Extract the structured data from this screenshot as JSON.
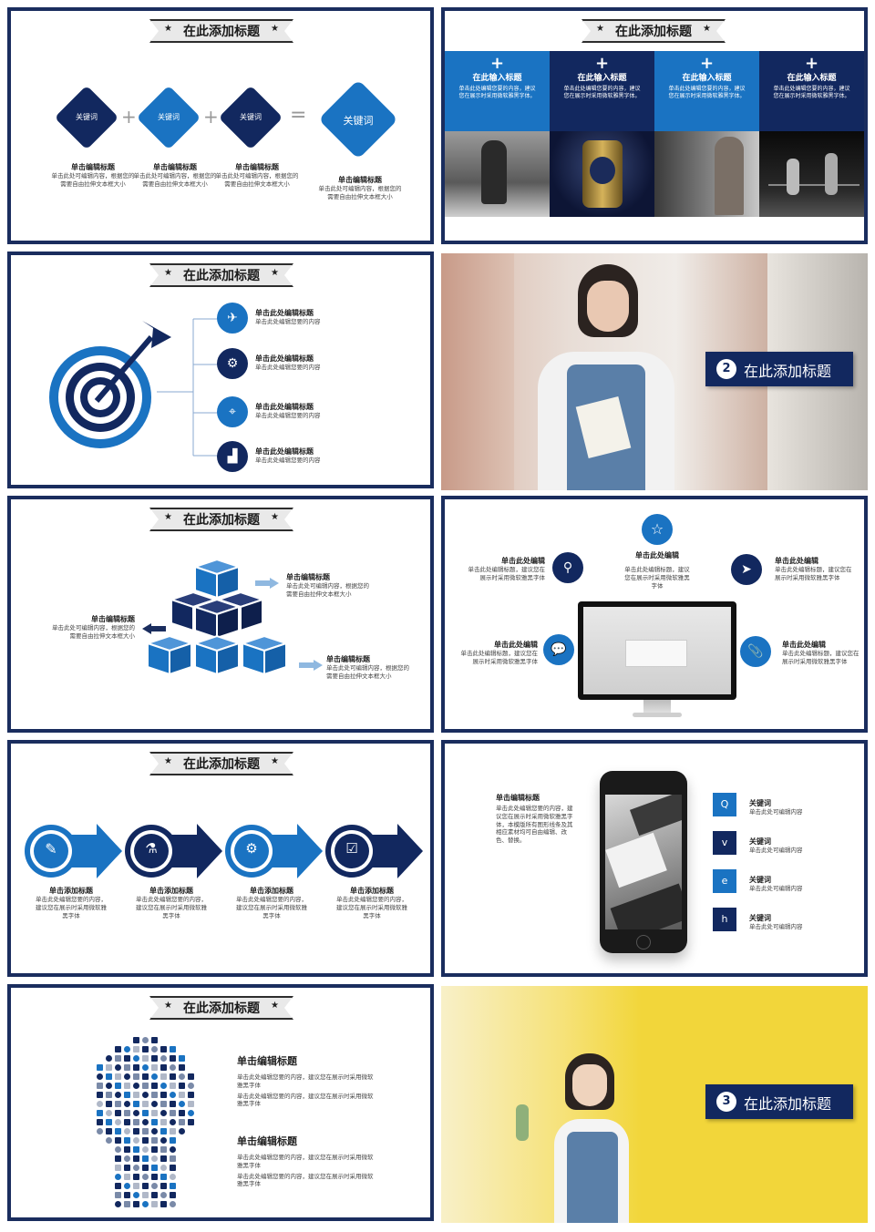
{
  "common": {
    "slide_title": "在此添加标题",
    "edit_title": "单击编辑标题",
    "star": "★"
  },
  "colors": {
    "navy": "#12285f",
    "blue": "#1a73c2",
    "border": "#1a2d5e"
  },
  "s1": {
    "keyword": "关键词",
    "plus": "+",
    "equals": "=",
    "block_title": "单击编辑标题",
    "block_text": "单击此处可编辑内容，根据您的需要自由拉伸文本框大小"
  },
  "s2": {
    "col_title": "在此输入标题",
    "col_text": "单击此处编辑您要的内容，建议您在展示时采用微软雅黑字体。",
    "plus": "+"
  },
  "s3": {
    "item_title": "单击此处编辑标题",
    "item_text": "单击此处编辑您要的内容"
  },
  "s4": {
    "number": "2",
    "title": "在此添加标题"
  },
  "s5": {
    "right_title": "单击编辑标题",
    "right_text": "单击此处可编辑内容，根据您的需要自由拉伸文本框大小",
    "left_title": "单击编辑标题",
    "left_text": "单击此处可编辑内容，根据您的需要自由拉伸文本框大小"
  },
  "s6": {
    "top_title": "单击此处编辑",
    "item_title": "单击此处编辑",
    "item_text": "单击此处编辑标题，建议您在展示时采用微软雅黑字体"
  },
  "s7": {
    "item_title": "单击添加标题",
    "item_text": "单击此处编辑您要的内容，建议您在展示时采用微软雅黑字体"
  },
  "s8": {
    "title": "单击编辑标题",
    "text": "单击此处编辑您要的内容，建议您在展示时采用微软雅黑字体，本模版所有图形线条及其相应素材均可自由编辑、改色、替换。",
    "letters": [
      "Q",
      "v",
      "e",
      "h"
    ],
    "item_title": "关键词",
    "item_text": "单击此处可编辑内容"
  },
  "s9": {
    "title": "单击编辑标题",
    "text": "单击此处编辑您要的内容，建议您在展示时采用微软雅黑字体"
  },
  "s10": {
    "number": "3",
    "title": "在此添加标题"
  }
}
